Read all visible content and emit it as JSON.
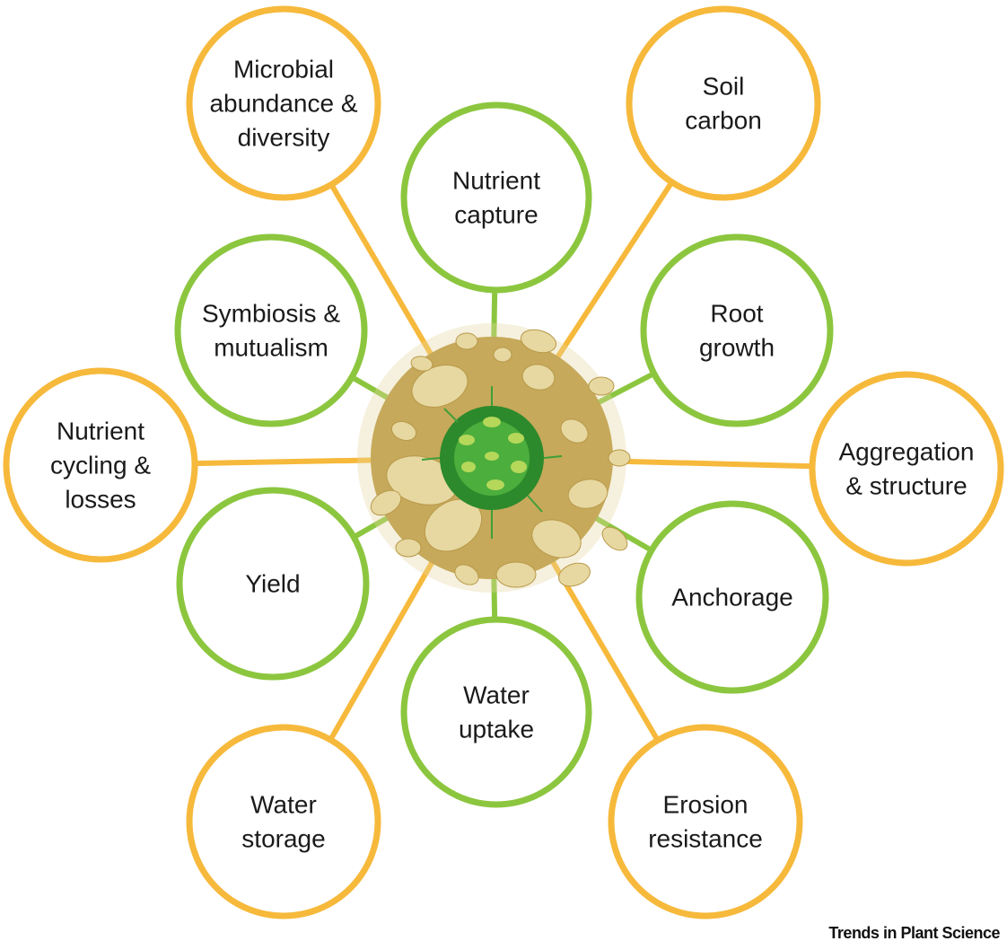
{
  "colors": {
    "green": "#8cc63f",
    "yellow": "#f6b93b",
    "soil_light": "#e6d8a0",
    "soil_dark": "#c6a95a",
    "root_dark": "#2c8a2c",
    "root_mid": "#4cae3c",
    "root_spot": "#b5d85a"
  },
  "nodes": [
    {
      "id": "microbial",
      "lines": [
        "Microbial",
        "abundance &",
        "diversity"
      ],
      "color": "yellow"
    },
    {
      "id": "nutrient-capture",
      "lines": [
        "Nutrient",
        "capture"
      ],
      "color": "green"
    },
    {
      "id": "soil-carbon",
      "lines": [
        "Soil",
        "carbon"
      ],
      "color": "yellow"
    },
    {
      "id": "symbiosis",
      "lines": [
        "Symbiosis &",
        "mutualism"
      ],
      "color": "green"
    },
    {
      "id": "root-growth",
      "lines": [
        "Root",
        "growth"
      ],
      "color": "green"
    },
    {
      "id": "nutrient-cycling",
      "lines": [
        "Nutrient",
        "cycling &",
        "losses"
      ],
      "color": "yellow"
    },
    {
      "id": "aggregation",
      "lines": [
        "Aggregation",
        "& structure"
      ],
      "color": "yellow"
    },
    {
      "id": "yield",
      "lines": [
        "Yield"
      ],
      "color": "green"
    },
    {
      "id": "anchorage",
      "lines": [
        "Anchorage"
      ],
      "color": "green"
    },
    {
      "id": "water-uptake",
      "lines": [
        "Water",
        "uptake"
      ],
      "color": "green"
    },
    {
      "id": "water-storage",
      "lines": [
        "Water",
        "storage"
      ],
      "color": "yellow"
    },
    {
      "id": "erosion",
      "lines": [
        "Erosion",
        "resistance"
      ],
      "color": "yellow"
    }
  ],
  "credit": "Trends in Plant Science"
}
